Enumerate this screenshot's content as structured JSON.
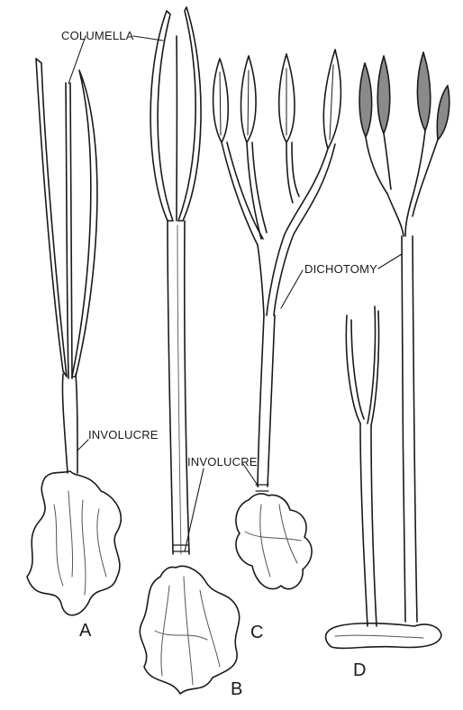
{
  "labels": {
    "columella": "COLUMELLA",
    "involucre_a": "INVOLUCRE",
    "involucre_b": "INVOLUCRE",
    "dichotomy": "DICHOTOMY"
  },
  "figure_letters": {
    "a": "A",
    "b": "B",
    "c": "C",
    "d": "D"
  },
  "colors": {
    "ink": "#1a1a1a",
    "paper": "#ffffff",
    "shade": "#555555"
  }
}
